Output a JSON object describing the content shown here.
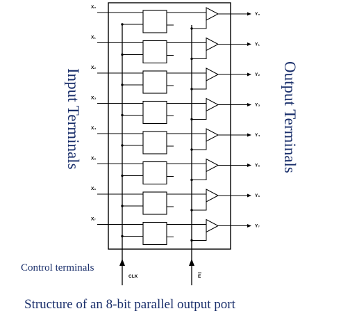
{
  "labels": {
    "input_terminals": "Input Terminals",
    "output_terminals": "Output Terminals",
    "control_terminals": "Control terminals",
    "clk": "CLK",
    "enable": "E",
    "caption": "Structure of an 8-bit parallel output port"
  },
  "inputs": [
    "X₀",
    "X₁",
    "X₂",
    "X₃",
    "X₄",
    "X₅",
    "X₆",
    "X₇"
  ],
  "outputs": [
    "Y₀",
    "Y₁",
    "Y₂",
    "Y₃",
    "Y₄",
    "Y₅",
    "Y₆",
    "Y₇"
  ],
  "colors": {
    "line": "#000000",
    "text_blue": "#1a2f6b"
  }
}
